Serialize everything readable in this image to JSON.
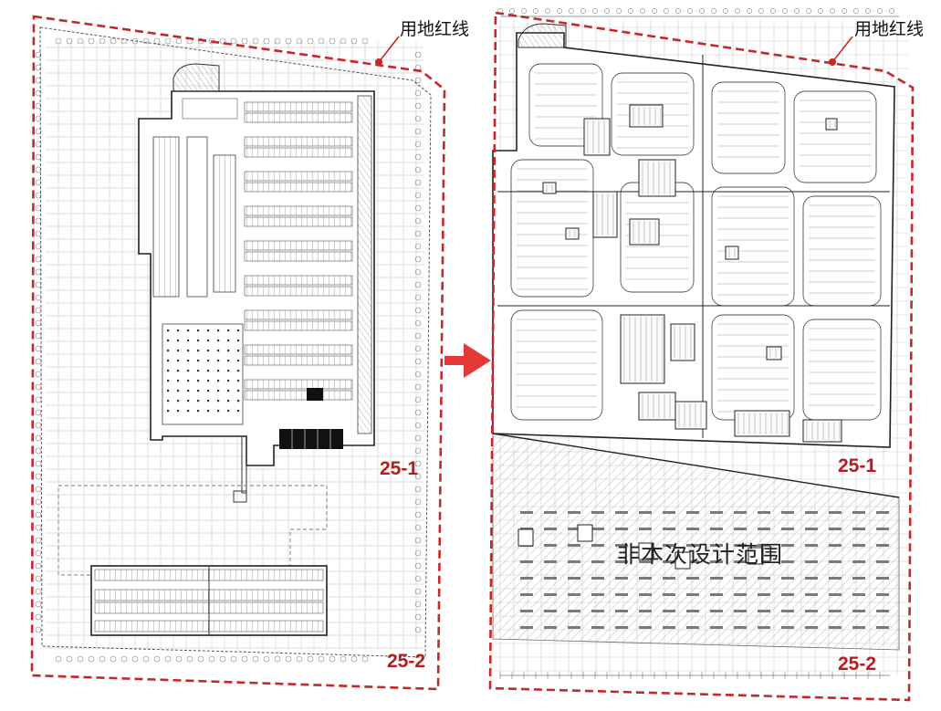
{
  "colors": {
    "redline": "#c62828",
    "arrow": "#e53935",
    "zone_label": "#b71c1c",
    "drawing_line": "#333333",
    "grid_line": "#cfcfcf",
    "hatch": "#9a9a9a"
  },
  "left_plan": {
    "redline_label": "用地红线",
    "zone_upper": "25-1",
    "zone_lower": "25-2"
  },
  "right_plan": {
    "redline_label": "用地红线",
    "zone_upper": "25-1",
    "zone_lower": "25-2",
    "excluded_area_label": "非本次设计范围"
  },
  "transition": {
    "icon": "arrow-right-icon"
  }
}
